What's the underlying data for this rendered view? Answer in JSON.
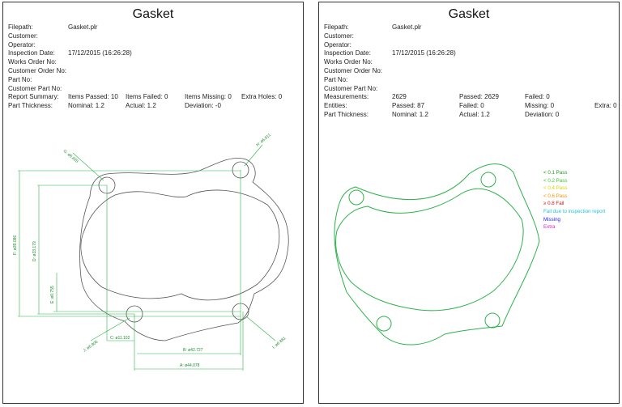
{
  "left_report": {
    "title": "Gasket",
    "filepath_label": "Filepath:",
    "filepath": "Gasket.plr",
    "customer_label": "Customer:",
    "operator_label": "Operator:",
    "inspection_date_label": "Inspection Date:",
    "inspection_date": "17/12/2015 (16:26:28)",
    "works_order_label": "Works Order No:",
    "customer_order_label": "Customer Order No:",
    "part_no_label": "Part No:",
    "customer_part_label": "Customer Part No:",
    "report_summary_label": "Report Summary:",
    "items_passed": "Items Passed:  10",
    "items_failed": "Items Failed:  0",
    "items_missing": "Items Missing:  0",
    "extra_holes": "Extra Holes:  0",
    "part_thickness_label": "Part Thickness:",
    "nominal": "Nominal:  1.2",
    "actual": "Actual:  1.2",
    "deviation": "Deviation:  -0",
    "dimensions": {
      "G": "G: ø6.828",
      "H": "H: ø6.811",
      "F": "F: ø39.086",
      "D": "D: ø33.179",
      "E": "E: ø0.755",
      "C": "C: ø11.102",
      "J": "J: ø6.806",
      "I": "I: ø6.881",
      "B": "B: ø42.727",
      "A": "A: ø44.078"
    }
  },
  "right_report": {
    "title": "Gasket",
    "filepath_label": "Filepath:",
    "filepath": "Gasket.plr",
    "customer_label": "Customer:",
    "operator_label": "Operator:",
    "inspection_date_label": "Inspection Date:",
    "inspection_date": "17/12/2015 (16:26:28)",
    "works_order_label": "Works Order No:",
    "customer_order_label": "Customer Order No:",
    "part_no_label": "Part No:",
    "customer_part_label": "Customer Part No:",
    "measurements_label": "Measurements:",
    "measurements": "2629",
    "measurements_passed": "Passed:  2629",
    "measurements_failed": "Failed:  0",
    "entities_label": "Entities:",
    "entities_passed": "Passed:  87",
    "entities_failed": "Failed:  0",
    "entities_missing": "Missing:  0",
    "entities_extra": "Extra:  0",
    "part_thickness_label": "Part Thickness:",
    "nominal": "Nominal:  1.2",
    "actual": "Actual:  1.2",
    "deviation": "Deviation:  0",
    "legend": [
      {
        "label": "< 0.1 Pass",
        "color": "#1a9e1a"
      },
      {
        "label": "< 0.2 Pass",
        "color": "#33cc33"
      },
      {
        "label": "< 0.4 Pass",
        "color": "#d6d600"
      },
      {
        "label": "< 0.6 Pass",
        "color": "#f29400"
      },
      {
        "label": "≥ 0.8 Fail",
        "color": "#e01010"
      },
      {
        "label": "Fail due to inspection report",
        "color": "#22c4d8"
      },
      {
        "label": "Missing",
        "color": "#1a1aff"
      },
      {
        "label": "Extra",
        "color": "#e020c0"
      }
    ]
  },
  "colors": {
    "part_outline": "#555555",
    "dimension": "#1e8c2e",
    "overlay": "#2db34a"
  }
}
